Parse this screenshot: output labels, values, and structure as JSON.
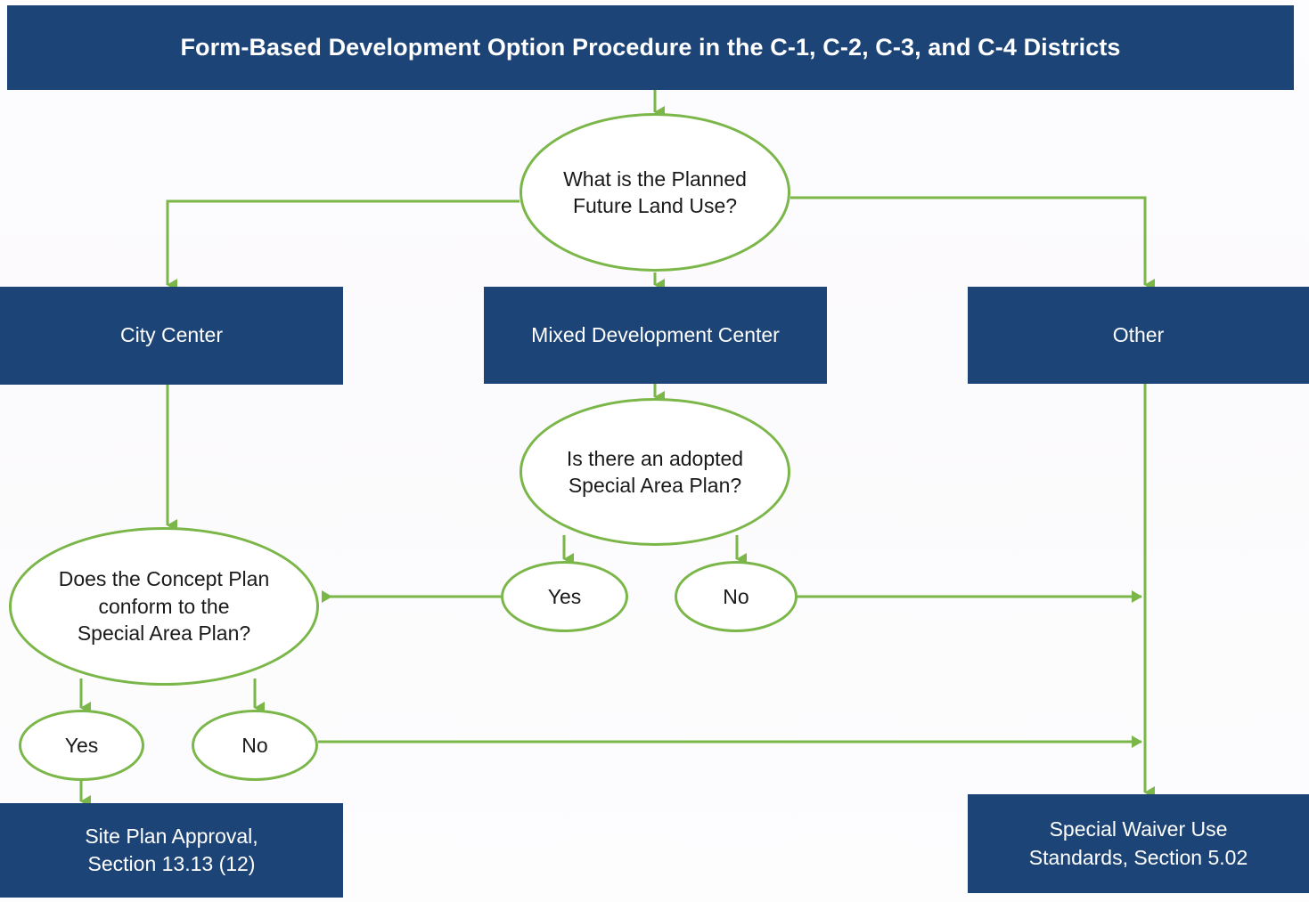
{
  "header": {
    "title": "Form-Based Development Option Procedure in the C-1, C-2, C-3, and C-4 Districts"
  },
  "colors": {
    "banner_blue": "#1d4476",
    "box_blue": "#1d4476",
    "connector_green": "#7ab648",
    "background": "#fdfcfe",
    "box_text": "#ffffff",
    "ellipse_text": "#1a1a1a"
  },
  "nodes": {
    "q_land_use": {
      "label": "What is the Planned\nFuture Land Use?",
      "shape": "ellipse"
    },
    "city_center": {
      "label": "City Center",
      "shape": "rect"
    },
    "mixed_development_center": {
      "label": "Mixed Development Center",
      "shape": "rect"
    },
    "other": {
      "label": "Other",
      "shape": "rect"
    },
    "q_special_area_plan": {
      "label": "Is there an adopted\nSpecial Area Plan?",
      "shape": "ellipse"
    },
    "sap_yes": {
      "label": "Yes",
      "shape": "ellipse"
    },
    "sap_no": {
      "label": "No",
      "shape": "ellipse"
    },
    "q_concept_conform": {
      "label": "Does the Concept Plan\nconform to the\nSpecial Area Plan?",
      "shape": "ellipse"
    },
    "conform_yes": {
      "label": "Yes",
      "shape": "ellipse"
    },
    "conform_no": {
      "label": "No",
      "shape": "ellipse"
    },
    "site_plan_approval": {
      "label": "Site Plan Approval,\nSection 13.13 (12)",
      "shape": "rect"
    },
    "special_waiver": {
      "label": "Special Waiver Use\nStandards, Section 5.02",
      "shape": "rect"
    }
  },
  "edges": [
    {
      "from": "start",
      "to": "q_land_use"
    },
    {
      "from": "q_land_use",
      "to": "city_center"
    },
    {
      "from": "q_land_use",
      "to": "mixed_development_center"
    },
    {
      "from": "q_land_use",
      "to": "other"
    },
    {
      "from": "city_center",
      "to": "q_concept_conform"
    },
    {
      "from": "mixed_development_center",
      "to": "q_special_area_plan"
    },
    {
      "from": "q_special_area_plan",
      "to": "sap_yes"
    },
    {
      "from": "q_special_area_plan",
      "to": "sap_no"
    },
    {
      "from": "sap_yes",
      "to": "q_concept_conform"
    },
    {
      "from": "sap_no",
      "to": "special_waiver"
    },
    {
      "from": "q_concept_conform",
      "to": "conform_yes"
    },
    {
      "from": "q_concept_conform",
      "to": "conform_no"
    },
    {
      "from": "conform_yes",
      "to": "site_plan_approval"
    },
    {
      "from": "conform_no",
      "to": "special_waiver"
    },
    {
      "from": "other",
      "to": "special_waiver"
    }
  ]
}
